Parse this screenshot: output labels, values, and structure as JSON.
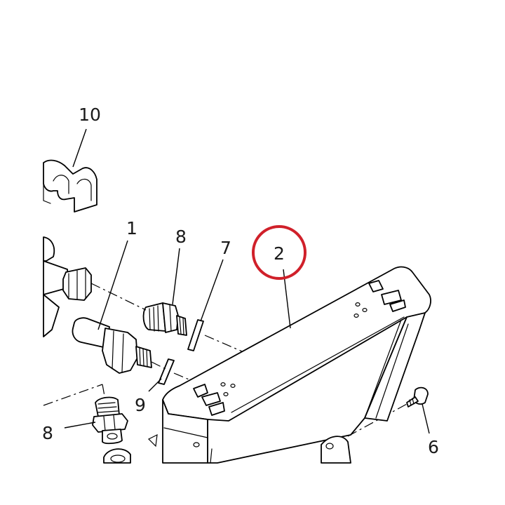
{
  "callouts": {
    "c10": "10",
    "c1": "1",
    "c8a": "8",
    "c7": "7",
    "c2": "2",
    "c9": "9",
    "c8b": "8",
    "c6": "6"
  },
  "highlight": {
    "target": "2",
    "color": "#d0202a"
  }
}
